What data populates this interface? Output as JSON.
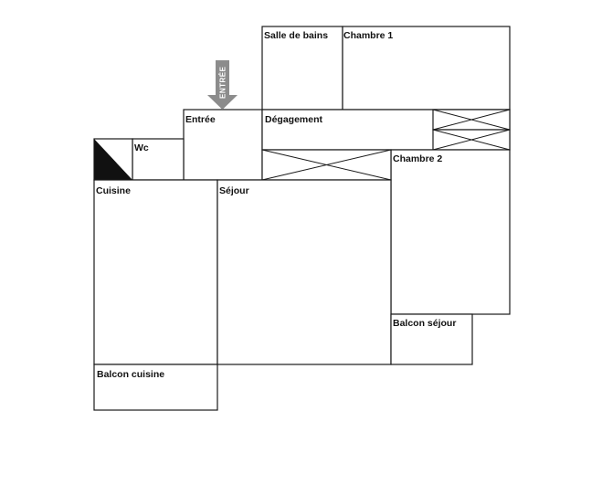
{
  "rooms": {
    "salle_de_bains": "Salle de bains",
    "chambre_1": "Chambre 1",
    "entree": "Entrée",
    "degagement": "Dégagement",
    "wc": "Wc",
    "chambre_2": "Chambre 2",
    "cuisine": "Cuisine",
    "sejour": "Séjour",
    "balcon_sejour": "Balcon séjour",
    "balcon_cuisine": "Balcon cuisine"
  },
  "entry_arrow": {
    "label": "ENTRÉE",
    "color": "#8c8c8c"
  },
  "colors": {
    "wall": "#1a1a1a",
    "fill_corner": "#111111"
  }
}
